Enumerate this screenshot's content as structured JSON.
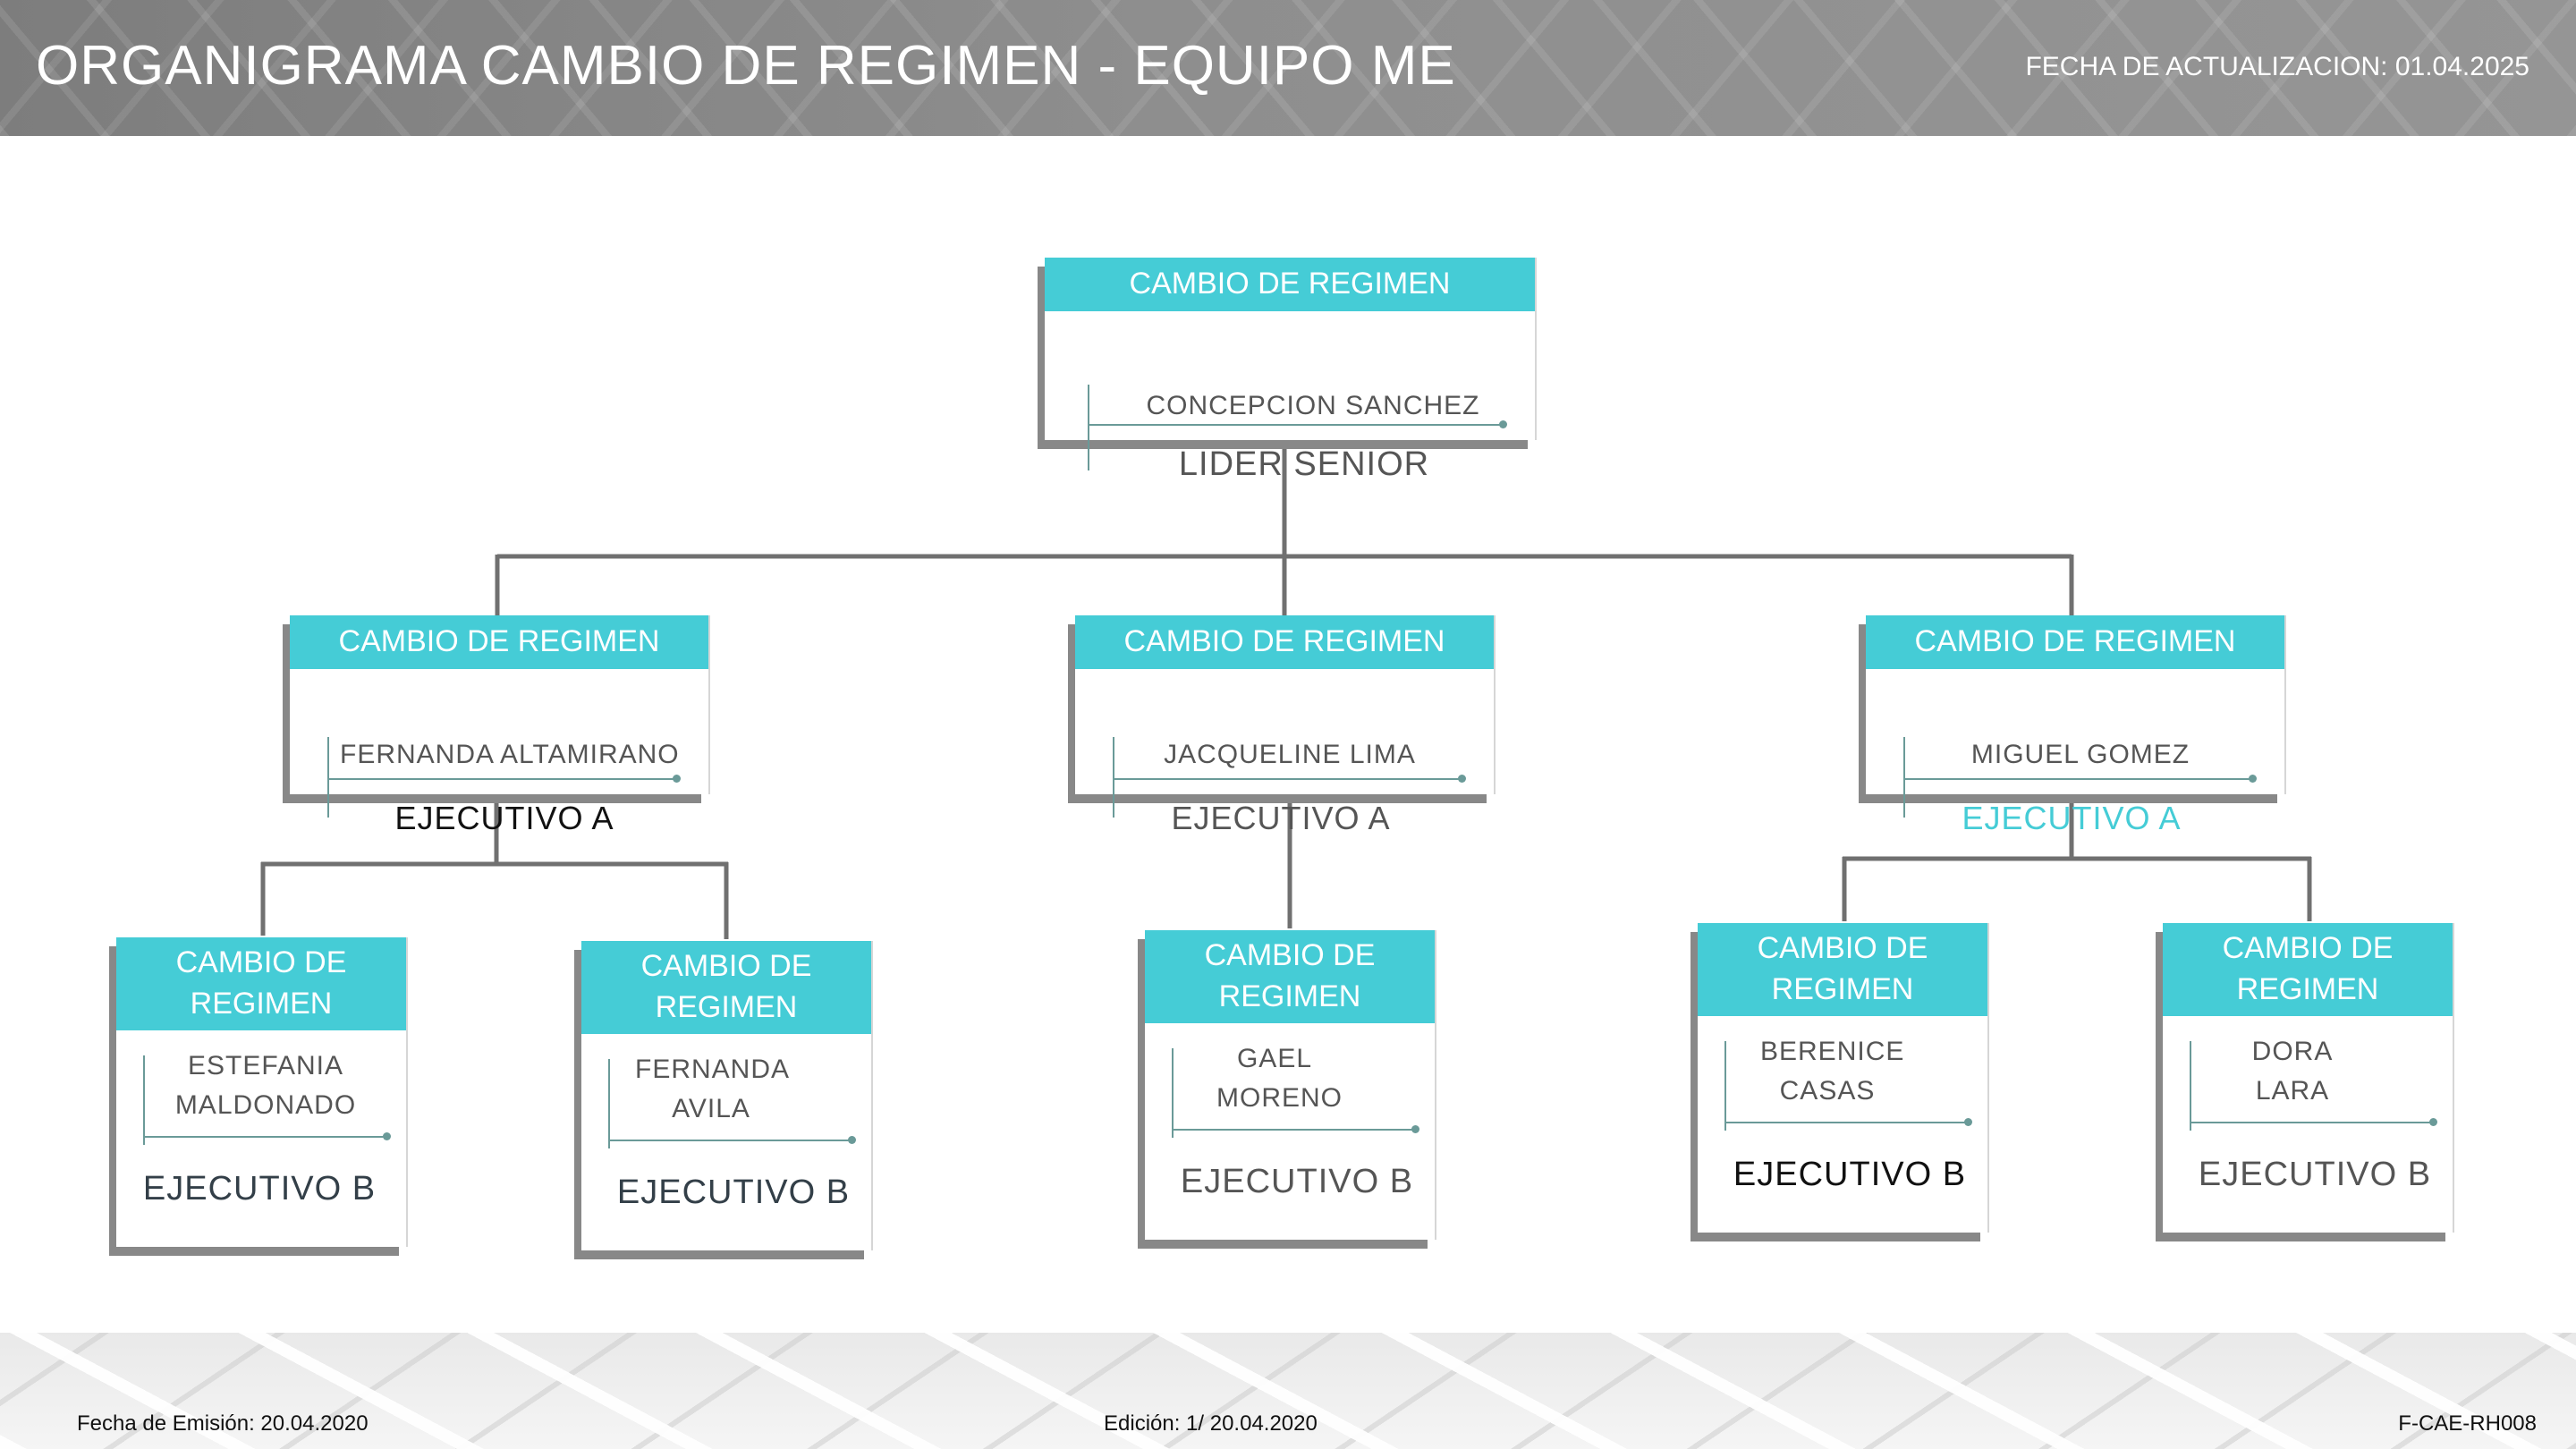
{
  "header": {
    "title": "ORGANIGRAMA CAMBIO DE REGIMEN -  EQUIPO ME",
    "update_date": "FECHA DE ACTUALIZACION:  01.04.2025"
  },
  "footer": {
    "emission": "Fecha de Emisión: 20.04.2020",
    "edition": "Edición: 1/ 20.04.2020",
    "code": "F-CAE-RH008"
  },
  "colors": {
    "accent": "#45ccd6",
    "shadow": "#888888",
    "connector": "#707070",
    "role_dark": "#111111",
    "role_gray": "#555555",
    "role_accent": "#45ccd6"
  },
  "org": {
    "root": {
      "unit": "CAMBIO DE REGIMEN",
      "name": "CONCEPCION SANCHEZ",
      "role": "LIDER SENIOR"
    },
    "level2": [
      {
        "unit": "CAMBIO DE REGIMEN",
        "name": "FERNANDA ALTAMIRANO",
        "role": "EJECUTIVO A"
      },
      {
        "unit": "CAMBIO DE REGIMEN",
        "name": "JACQUELINE LIMA",
        "role": "EJECUTIVO A"
      },
      {
        "unit": "CAMBIO DE REGIMEN",
        "name": "MIGUEL GOMEZ",
        "role": "EJECUTIVO A"
      }
    ],
    "level3": [
      {
        "unit": "CAMBIO DE REGIMEN",
        "name": "ESTEFANIA MALDONADO",
        "role": "EJECUTIVO B"
      },
      {
        "unit": "CAMBIO DE REGIMEN",
        "name": "FERNANDA AVILA",
        "role": "EJECUTIVO B"
      },
      {
        "unit": "CAMBIO DE REGIMEN",
        "name": "GAEL MORENO",
        "role": "EJECUTIVO B"
      },
      {
        "unit": "CAMBIO DE REGIMEN",
        "name": "BERENICE CASAS",
        "role": "EJECUTIVO B"
      },
      {
        "unit": "CAMBIO DE REGIMEN",
        "name": "DORA LARA",
        "role": "EJECUTIVO B"
      }
    ]
  }
}
